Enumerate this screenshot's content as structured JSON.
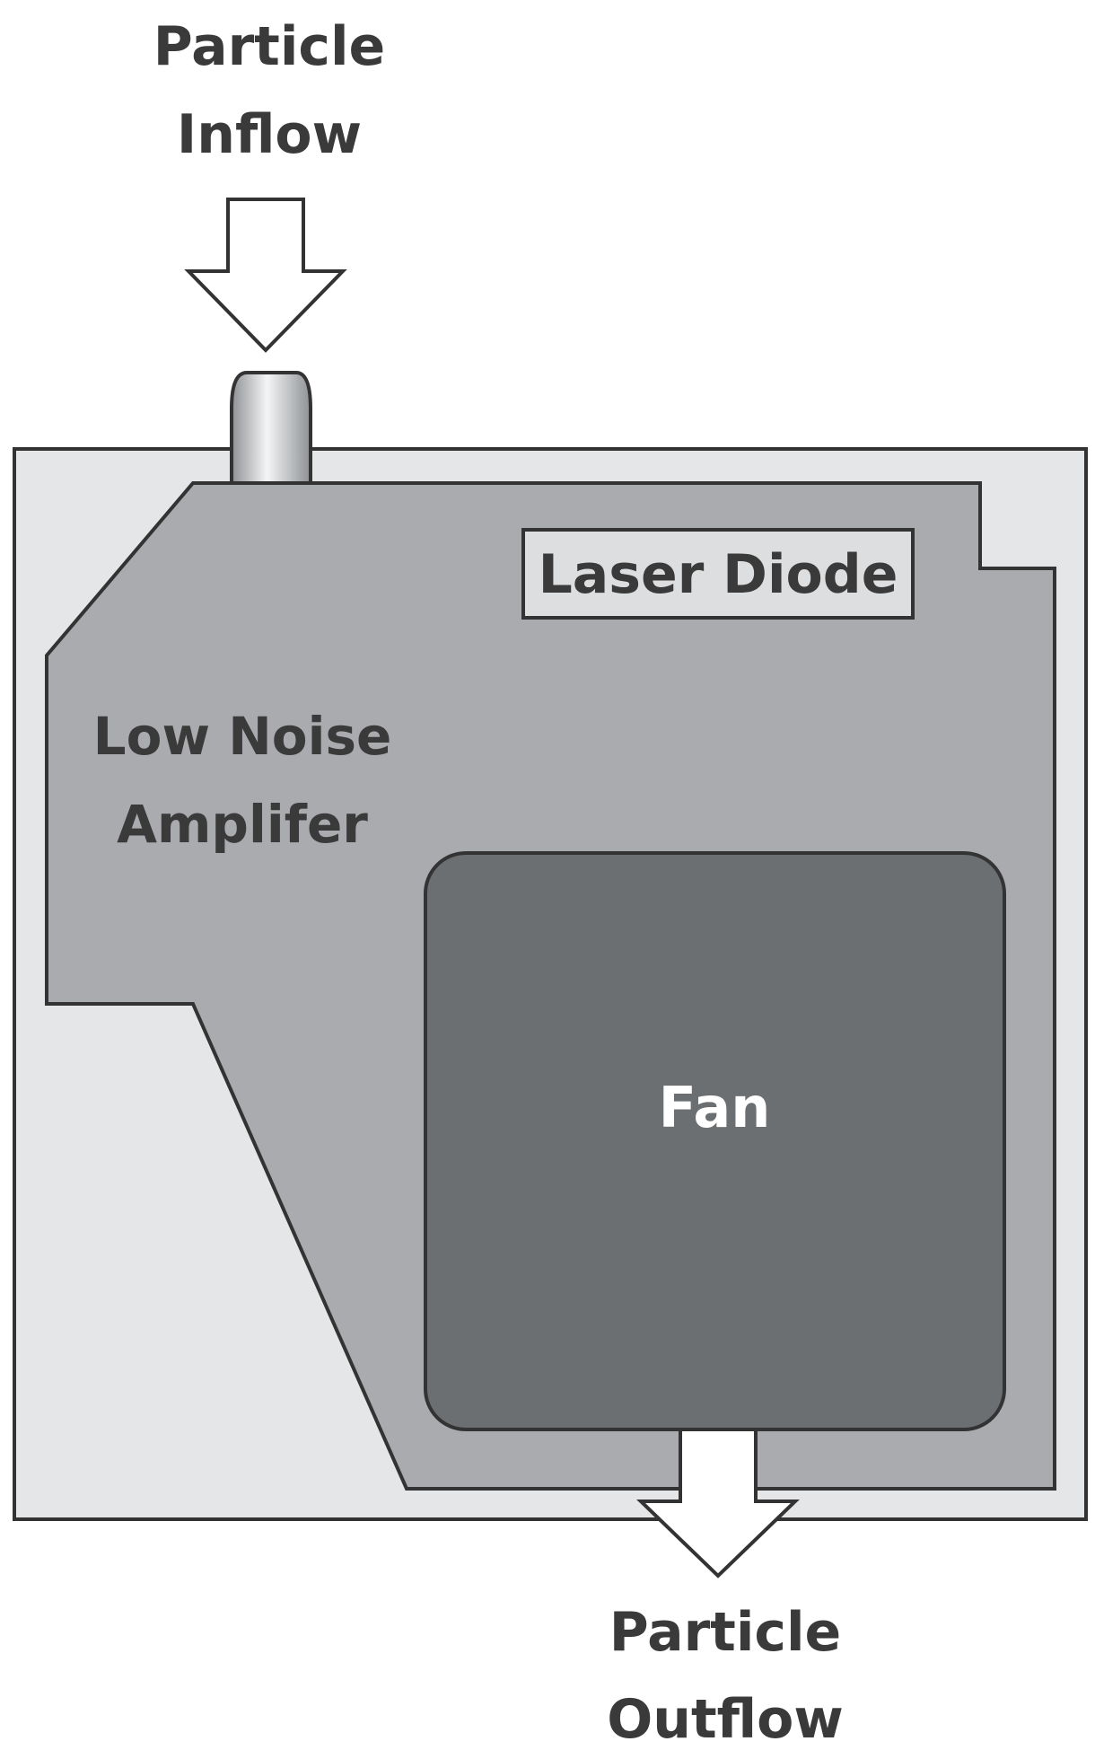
{
  "labels": {
    "inflow_line1": "Particle",
    "inflow_line2": "Inflow",
    "outflow_line1": "Particle",
    "outflow_line2": "Outflow",
    "laser_diode": "Laser Diode",
    "lna_line1": "Low Noise",
    "lna_line2": "Amplifer",
    "fan": "Fan"
  },
  "colors": {
    "housing_fill": "#e4e6e8",
    "board_fill": "#a9abae",
    "fan_fill": "#6c6f72",
    "laser_box_fill": "#dcdee0",
    "outline": "#333333",
    "text_dark": "#3a3a3a",
    "text_light": "#ffffff",
    "arrow_fill": "#ffffff"
  },
  "icons": {
    "inflow": "arrow-down-icon",
    "outflow": "arrow-down-icon",
    "inlet": "inlet-tube-icon"
  }
}
